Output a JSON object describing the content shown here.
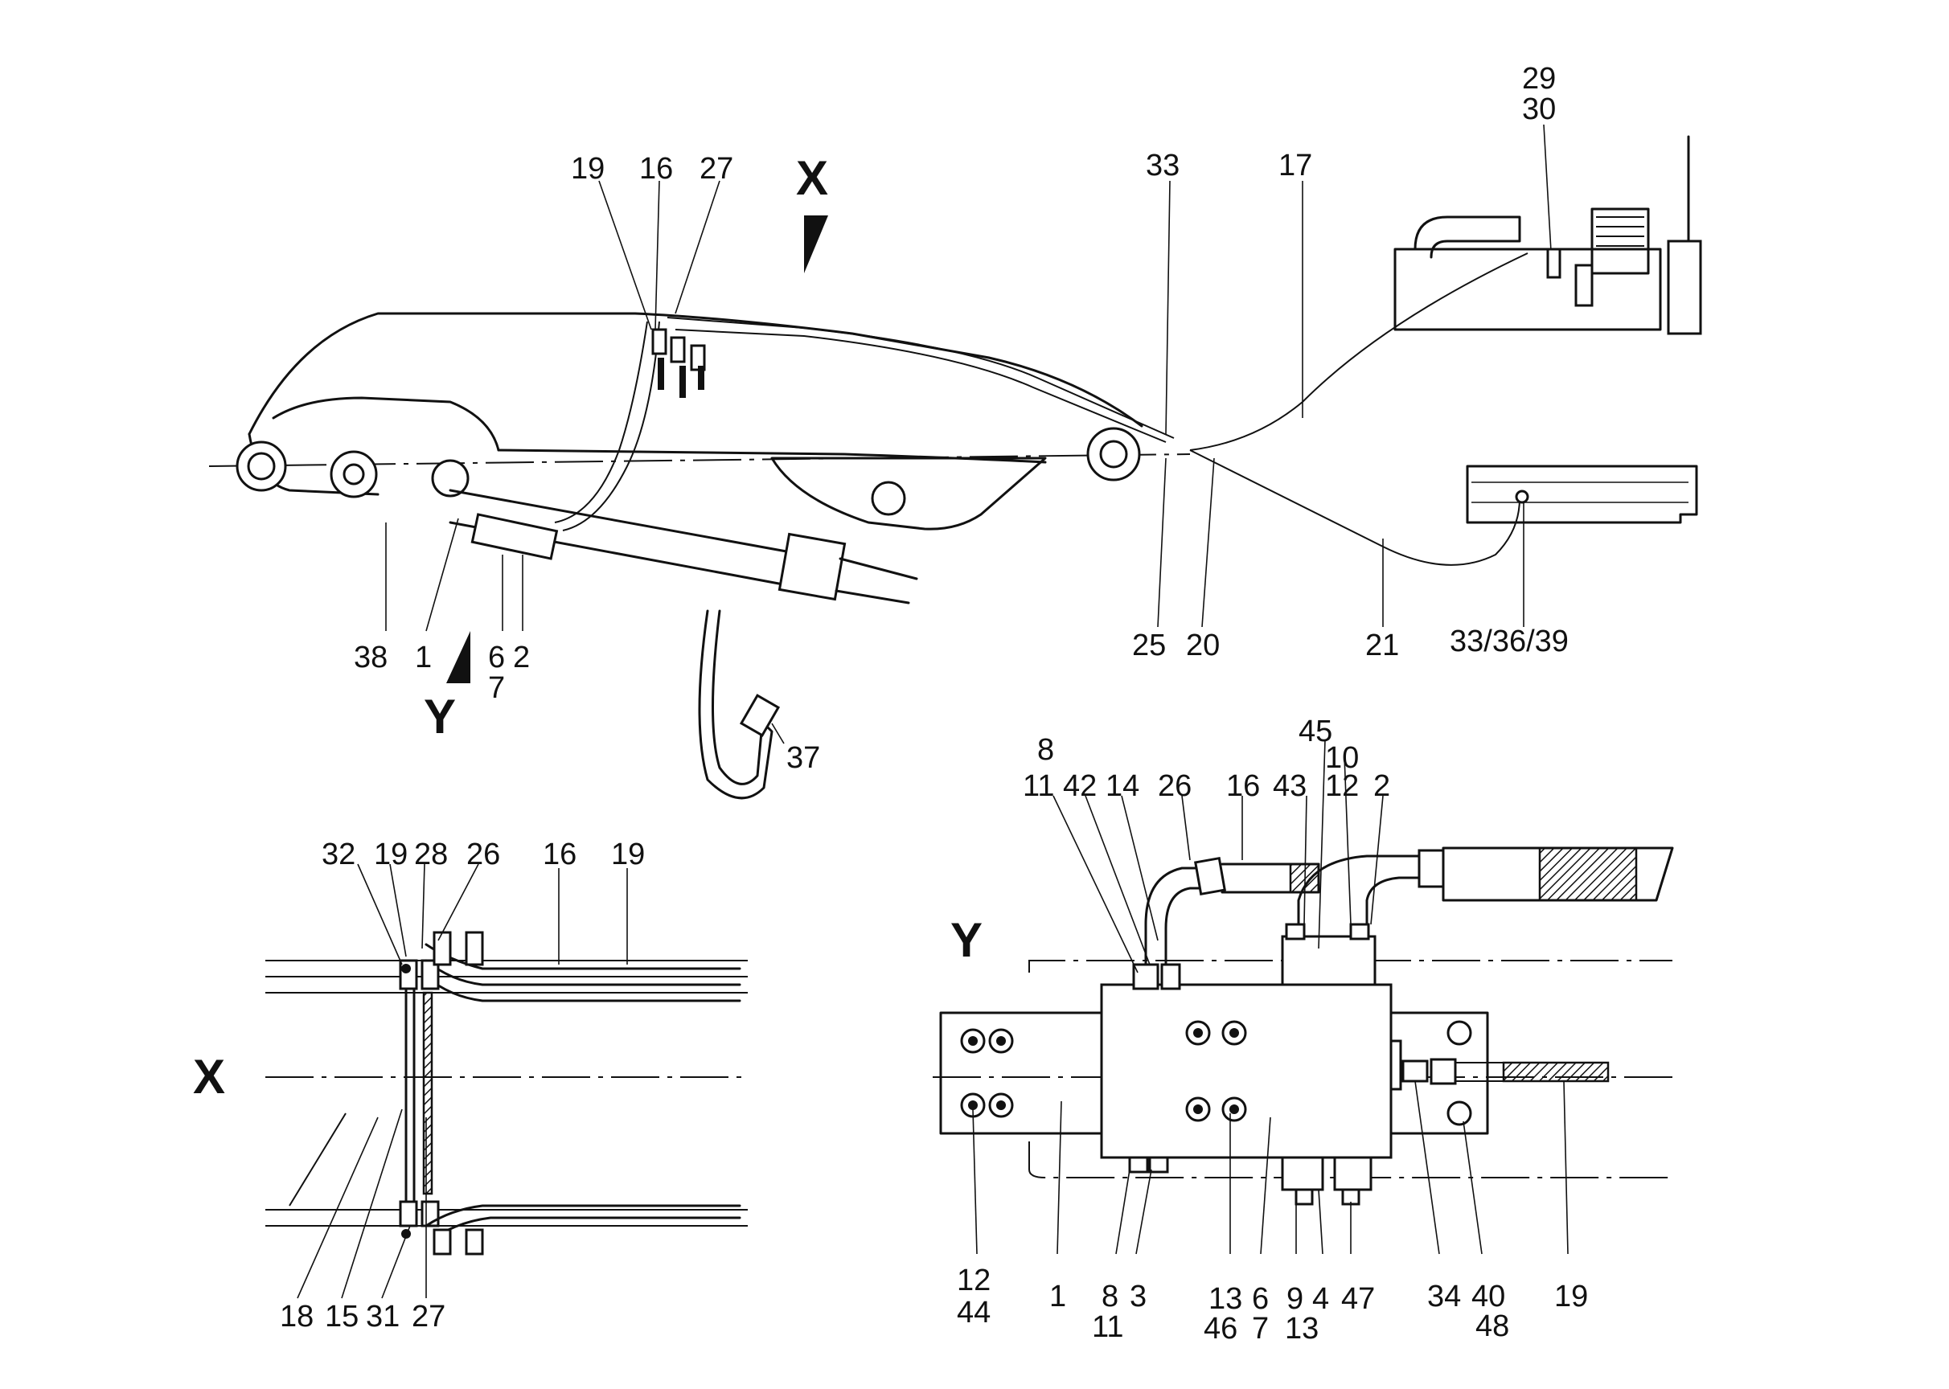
{
  "view_labels": {
    "x_top": "X",
    "y_top": "Y",
    "x_detail": "X",
    "y_detail": "Y"
  },
  "callouts": {
    "main": [
      {
        "id": "m19",
        "text": "19"
      },
      {
        "id": "m16",
        "text": "16"
      },
      {
        "id": "m27",
        "text": "27"
      },
      {
        "id": "m33",
        "text": "33"
      },
      {
        "id": "m17",
        "text": "17"
      },
      {
        "id": "m29",
        "text": "29"
      },
      {
        "id": "m30",
        "text": "30"
      },
      {
        "id": "m38",
        "text": "38"
      },
      {
        "id": "m1",
        "text": "1"
      },
      {
        "id": "m6",
        "text": "6"
      },
      {
        "id": "m7",
        "text": "7"
      },
      {
        "id": "m2",
        "text": "2"
      },
      {
        "id": "m25",
        "text": "25"
      },
      {
        "id": "m20",
        "text": "20"
      },
      {
        "id": "m21",
        "text": "21"
      },
      {
        "id": "m333639",
        "text": "33/36/39"
      },
      {
        "id": "m37",
        "text": "37"
      }
    ],
    "detail_x": [
      {
        "id": "x32",
        "text": "32"
      },
      {
        "id": "x19a",
        "text": "19"
      },
      {
        "id": "x28",
        "text": "28"
      },
      {
        "id": "x26",
        "text": "26"
      },
      {
        "id": "x16",
        "text": "16"
      },
      {
        "id": "x19b",
        "text": "19"
      },
      {
        "id": "x18",
        "text": "18"
      },
      {
        "id": "x15",
        "text": "15"
      },
      {
        "id": "x31",
        "text": "31"
      },
      {
        "id": "x27",
        "text": "27"
      }
    ],
    "detail_y": [
      {
        "id": "y8a",
        "text": "8"
      },
      {
        "id": "y11a",
        "text": "11"
      },
      {
        "id": "y42",
        "text": "42"
      },
      {
        "id": "y14",
        "text": "14"
      },
      {
        "id": "y26",
        "text": "26"
      },
      {
        "id": "y16",
        "text": "16"
      },
      {
        "id": "y43",
        "text": "43"
      },
      {
        "id": "y45",
        "text": "45"
      },
      {
        "id": "y10",
        "text": "10"
      },
      {
        "id": "y12a",
        "text": "12"
      },
      {
        "id": "y2",
        "text": "2"
      },
      {
        "id": "y12b",
        "text": "12"
      },
      {
        "id": "y44",
        "text": "44"
      },
      {
        "id": "y1",
        "text": "1"
      },
      {
        "id": "y8b",
        "text": "8"
      },
      {
        "id": "y11b",
        "text": "11"
      },
      {
        "id": "y3",
        "text": "3"
      },
      {
        "id": "y13a",
        "text": "13"
      },
      {
        "id": "y46",
        "text": "46"
      },
      {
        "id": "y6",
        "text": "6"
      },
      {
        "id": "y7",
        "text": "7"
      },
      {
        "id": "y9",
        "text": "9"
      },
      {
        "id": "y13b",
        "text": "13"
      },
      {
        "id": "y4",
        "text": "4"
      },
      {
        "id": "y47",
        "text": "47"
      },
      {
        "id": "y34",
        "text": "34"
      },
      {
        "id": "y40",
        "text": "40"
      },
      {
        "id": "y48",
        "text": "48"
      },
      {
        "id": "y19",
        "text": "19"
      }
    ]
  },
  "colors": {
    "ink": "#111111",
    "paper": "#ffffff"
  }
}
